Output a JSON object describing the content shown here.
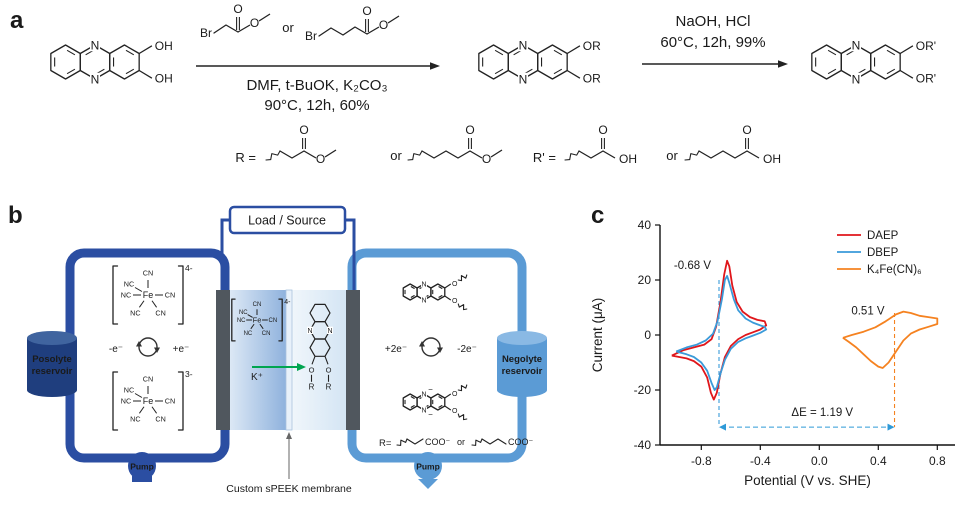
{
  "a": {
    "label": "a",
    "step1": {
      "or": "or",
      "cond1": "DMF, t-BuOK, K₂CO₃",
      "cond2": "90°C, 12h, 60%"
    },
    "step2": {
      "cond1": "NaOH, HCl",
      "cond2": "60°C, 12h, 99%"
    },
    "r_def": {
      "label": "R =",
      "or": "or"
    },
    "rp_def": {
      "label": "R' =",
      "or": "or"
    },
    "atoms": {
      "n": "N",
      "o": "O",
      "oh": "OH",
      "br": "Br",
      "or_sub": "OR",
      "orp_sub": "OR'"
    }
  },
  "b": {
    "label": "b",
    "load_source": "Load / Source",
    "posolyte": [
      "Posolyte",
      "reservoir"
    ],
    "negolyte": [
      "Negolyte",
      "reservoir"
    ],
    "pump": "Pump",
    "membrane_caption": "Custom sPEEK membrane",
    "minus_e": "-e⁻",
    "plus_e": "+e⁻",
    "plus_2e": "+2e⁻",
    "minus_2e": "-2e⁻",
    "k_ion": "K⁺",
    "charge_top": "4-",
    "charge_bottom": "3-",
    "charge_cell": "4-",
    "fe": "Fe",
    "nc": "NC",
    "cn": "CN",
    "minus": "−",
    "r_label": "R=",
    "coo": "COO⁻",
    "or": "or",
    "r": "R",
    "o": "O",
    "n": "N",
    "colors": {
      "dark_blue": "#2b4ea2",
      "light_blue": "#5b9bd5",
      "green": "#00a550"
    }
  },
  "c": {
    "label": "c"
  },
  "chart_data": {
    "type": "line",
    "title": "",
    "xlabel": "Potential (V vs. SHE)",
    "ylabel": "Current (μA)",
    "xlim": [
      -1.08,
      0.92
    ],
    "ylim": [
      -40,
      40
    ],
    "xticks": [
      -0.8,
      -0.4,
      0.0,
      0.4,
      0.8
    ],
    "yticks": [
      -40,
      -20,
      0,
      20,
      40
    ],
    "grid": false,
    "legend_position": "top-right",
    "series": [
      {
        "name": "DAEP",
        "color": "#e0161b",
        "points": [
          [
            -1.0,
            -7.5
          ],
          [
            -0.92,
            -5.5
          ],
          [
            -0.85,
            -4.5
          ],
          [
            -0.78,
            -3.5
          ],
          [
            -0.73,
            -1.5
          ],
          [
            -0.7,
            3
          ],
          [
            -0.67,
            12
          ],
          [
            -0.645,
            22
          ],
          [
            -0.625,
            27
          ],
          [
            -0.61,
            25
          ],
          [
            -0.59,
            18
          ],
          [
            -0.56,
            12
          ],
          [
            -0.52,
            8.5
          ],
          [
            -0.47,
            6.5
          ],
          [
            -0.42,
            5.5
          ],
          [
            -0.37,
            5
          ],
          [
            -0.36,
            3.5
          ],
          [
            -0.4,
            2
          ],
          [
            -0.45,
            1
          ],
          [
            -0.5,
            0
          ],
          [
            -0.55,
            -1.5
          ],
          [
            -0.6,
            -4
          ],
          [
            -0.64,
            -8
          ],
          [
            -0.67,
            -14
          ],
          [
            -0.695,
            -21
          ],
          [
            -0.715,
            -23.5
          ],
          [
            -0.735,
            -21
          ],
          [
            -0.76,
            -15.5
          ],
          [
            -0.8,
            -11.5
          ],
          [
            -0.85,
            -9.5
          ],
          [
            -0.9,
            -8.5
          ],
          [
            -0.95,
            -8
          ],
          [
            -1.0,
            -7.5
          ]
        ]
      },
      {
        "name": "DBEP",
        "color": "#3a9ad9",
        "points": [
          [
            -0.97,
            -6
          ],
          [
            -0.9,
            -4.5
          ],
          [
            -0.83,
            -3.5
          ],
          [
            -0.77,
            -2
          ],
          [
            -0.72,
            0.5
          ],
          [
            -0.69,
            5
          ],
          [
            -0.66,
            13
          ],
          [
            -0.64,
            20
          ],
          [
            -0.625,
            21.5
          ],
          [
            -0.61,
            19
          ],
          [
            -0.58,
            13
          ],
          [
            -0.55,
            9
          ],
          [
            -0.5,
            6
          ],
          [
            -0.45,
            4.5
          ],
          [
            -0.4,
            3.5
          ],
          [
            -0.37,
            3
          ],
          [
            -0.36,
            2
          ],
          [
            -0.4,
            0.8
          ],
          [
            -0.45,
            -0.2
          ],
          [
            -0.5,
            -1.2
          ],
          [
            -0.55,
            -2.5
          ],
          [
            -0.6,
            -5
          ],
          [
            -0.64,
            -9
          ],
          [
            -0.67,
            -14
          ],
          [
            -0.695,
            -19
          ],
          [
            -0.71,
            -20
          ],
          [
            -0.73,
            -17.5
          ],
          [
            -0.76,
            -13
          ],
          [
            -0.8,
            -10
          ],
          [
            -0.85,
            -8
          ],
          [
            -0.9,
            -7
          ],
          [
            -0.97,
            -6
          ]
        ]
      },
      {
        "name": "K₄Fe(CN)₆",
        "color": "#f58220",
        "points": [
          [
            0.16,
            -1
          ],
          [
            0.22,
            0
          ],
          [
            0.3,
            1.2
          ],
          [
            0.38,
            2.8
          ],
          [
            0.45,
            5
          ],
          [
            0.52,
            7.5
          ],
          [
            0.57,
            8.5
          ],
          [
            0.62,
            8
          ],
          [
            0.68,
            7
          ],
          [
            0.74,
            6.5
          ],
          [
            0.8,
            6
          ],
          [
            0.8,
            4
          ],
          [
            0.74,
            3
          ],
          [
            0.68,
            2
          ],
          [
            0.62,
            0.5
          ],
          [
            0.57,
            -2
          ],
          [
            0.52,
            -6
          ],
          [
            0.47,
            -10
          ],
          [
            0.43,
            -12
          ],
          [
            0.4,
            -11.5
          ],
          [
            0.35,
            -9.5
          ],
          [
            0.3,
            -7
          ],
          [
            0.25,
            -4.5
          ],
          [
            0.2,
            -2.5
          ],
          [
            0.16,
            -1
          ]
        ]
      }
    ],
    "annotations": [
      {
        "text": "-0.68 V",
        "color": "#3a9ad9",
        "x": -0.86,
        "y": 24
      },
      {
        "text": "0.51 V",
        "color": "#f58220",
        "x": 0.33,
        "y": 7.5
      },
      {
        "text": "ΔE = 1.19 V",
        "color": "#2e86c8",
        "x": 0.02,
        "y": -29.5
      }
    ],
    "vlines": [
      {
        "x": -0.68,
        "color": "#3a9ad9",
        "y1": 20,
        "y2": -33.5
      },
      {
        "x": 0.51,
        "color": "#f58220",
        "y1": 8,
        "y2": -33.5
      }
    ],
    "delta_arrow": {
      "x1": -0.68,
      "x2": 0.51,
      "y": -33.5,
      "color": "#2f9ad8"
    }
  }
}
